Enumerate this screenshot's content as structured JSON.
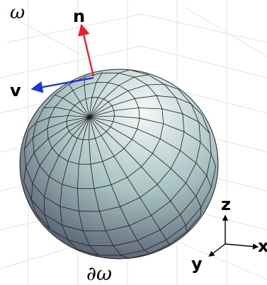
{
  "labels": {
    "omega": "ω",
    "normal": "n",
    "velocity": "v",
    "boundary": "∂ω",
    "axis_x": "x",
    "axis_y": "y",
    "axis_z": "z"
  },
  "colors": {
    "normal_arrow": "#e8202a",
    "velocity_arrow": "#1a35d6",
    "sphere_light": "#f4f8f8",
    "sphere_mid": "#a9c3c3",
    "sphere_dark": "#3b3d55",
    "grid": "#e3e3e3",
    "text": "#000000"
  }
}
